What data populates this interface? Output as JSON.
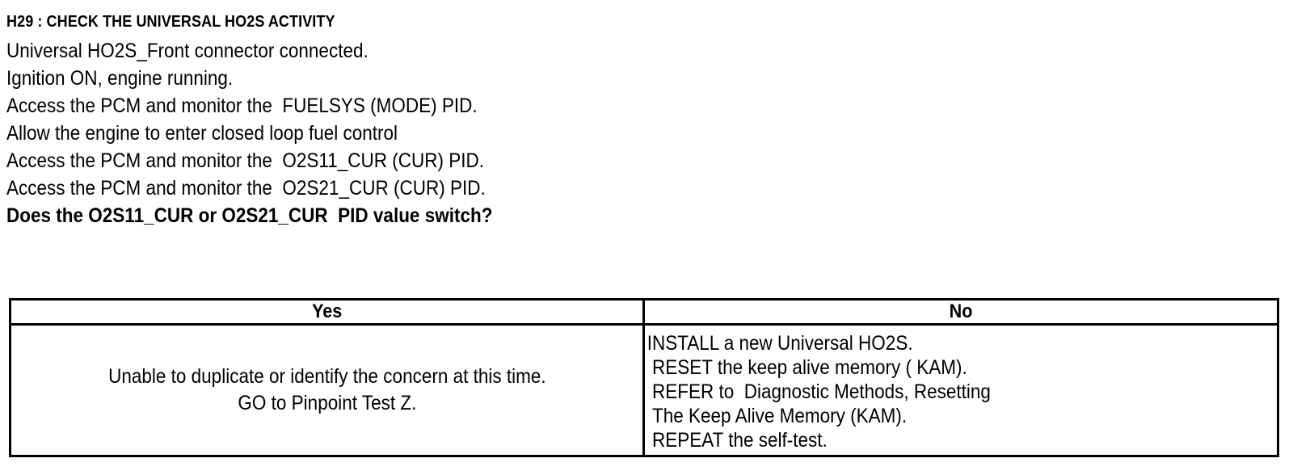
{
  "document": {
    "title": "H29 : CHECK THE UNIVERSAL HO2S ACTIVITY",
    "steps": [
      "Universal HO2S_Front connector connected.",
      "Ignition ON, engine running.",
      "Access the PCM and monitor the  FUELSYS (MODE) PID.",
      "Allow the engine to enter closed loop fuel control",
      "Access the PCM and monitor the  O2S11_CUR (CUR) PID.",
      "Access the PCM and monitor the  O2S21_CUR (CUR) PID."
    ],
    "question": "Does the O2S11_CUR or O2S21_CUR  PID value switch?"
  },
  "result_table": {
    "headers": {
      "yes": "Yes",
      "no": "No"
    },
    "yes_cell": {
      "lines": [
        "Unable to duplicate or identify the concern at this time.",
        "GO to Pinpoint Test Z."
      ]
    },
    "no_cell": {
      "lines": [
        "INSTALL a new Universal HO2S.",
        "RESET the keep alive memory ( KAM).",
        "REFER to  Diagnostic Methods, Resetting",
        "The Keep Alive Memory (KAM).",
        "REPEAT the self-test."
      ]
    }
  },
  "colors": {
    "text": "#000000",
    "background": "#ffffff",
    "border": "#000000"
  }
}
